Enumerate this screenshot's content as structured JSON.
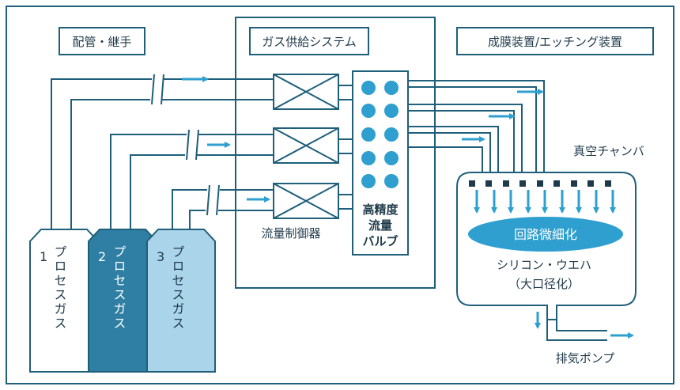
{
  "diagram": {
    "headers": {
      "piping": "配管・継手",
      "gas_system": "ガス供給システム",
      "equipment": "成膜装置/エッチング装置"
    },
    "gases": [
      {
        "number": "1",
        "label": "プロセスガス"
      },
      {
        "number": "2",
        "label": "プロセスガス"
      },
      {
        "number": "3",
        "label": "プロセスガス"
      }
    ],
    "mfc_label": "流量制御器",
    "valve_label_lines": [
      "高精度",
      "流量",
      "バルブ"
    ],
    "chamber_label": "真空チャンバ",
    "process_label": "回路微細化",
    "wafer_label_lines": [
      "シリコン・ウエハ",
      "（大口径化）"
    ],
    "pump_label": "排気ポンプ",
    "colors": {
      "border": "#1f5f7a",
      "arrow": "#2e9fcf",
      "gas2_fill": "#2e7fa3",
      "gas3_fill": "#a9d4ea",
      "valve_dot": "#2e9fcf",
      "ellipse": "#2e9fcf",
      "text": "#1f3a4a"
    }
  }
}
